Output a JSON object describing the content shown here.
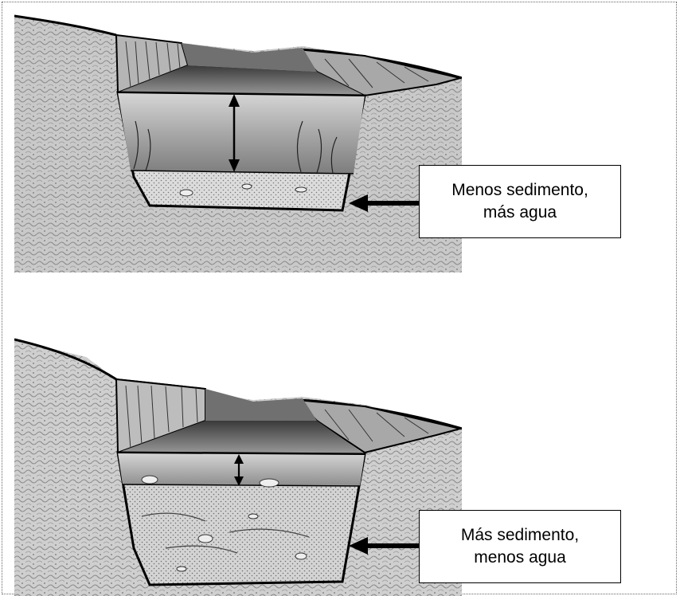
{
  "diagram": {
    "panels": [
      {
        "id": "top",
        "callout": {
          "line1": "Menos sedimento,",
          "line2": "más agua"
        },
        "water_depth_fraction": 0.62
      },
      {
        "id": "bottom",
        "callout": {
          "line1": "Más sedimento,",
          "line2": "menos agua"
        },
        "water_depth_fraction": 0.28
      }
    ],
    "colors": {
      "soil": "#c9c9c9",
      "soil_dark": "#8a8a8a",
      "water": "#b0b0b0",
      "water_surface": "#6e6e6e",
      "sediment": "#d8d8d8",
      "outline": "#000000"
    }
  }
}
